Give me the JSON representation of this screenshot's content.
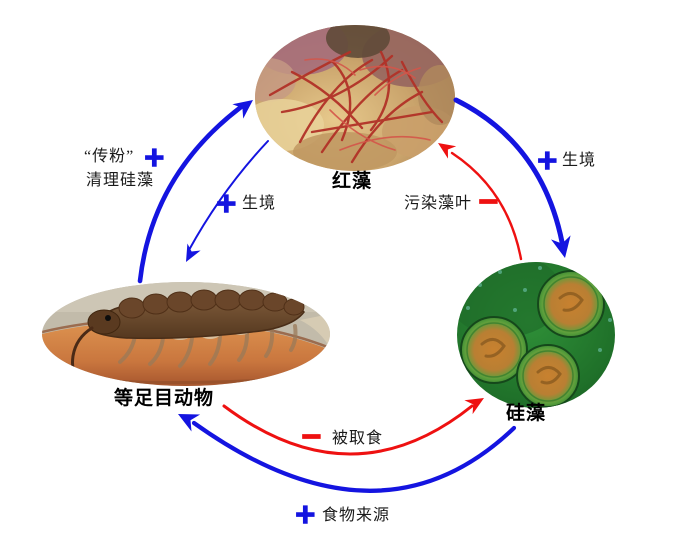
{
  "diagram": {
    "nodes": [
      {
        "id": "red-algae",
        "label": "红藻"
      },
      {
        "id": "isopod",
        "label": "等足目动物"
      },
      {
        "id": "diatom",
        "label": "硅藻"
      }
    ],
    "edges": [
      {
        "from": "isopod",
        "to": "red-algae",
        "sign": "+",
        "label": "“传粉”",
        "label2": "清理硅藻",
        "effect": "positive"
      },
      {
        "from": "red-algae",
        "to": "isopod",
        "sign": "+",
        "label": "生境",
        "effect": "positive"
      },
      {
        "from": "red-algae",
        "to": "diatom",
        "sign": "+",
        "label": "生境",
        "effect": "positive"
      },
      {
        "from": "diatom",
        "to": "red-algae",
        "sign": "−",
        "label": "污染藻叶",
        "effect": "negative"
      },
      {
        "from": "isopod",
        "to": "diatom",
        "sign": "−",
        "label": "被取食",
        "effect": "negative"
      },
      {
        "from": "diatom",
        "to": "isopod",
        "sign": "+",
        "label": "食物来源",
        "effect": "positive"
      }
    ],
    "colors": {
      "positive": "#1414e0",
      "negative": "#ee1111"
    }
  }
}
